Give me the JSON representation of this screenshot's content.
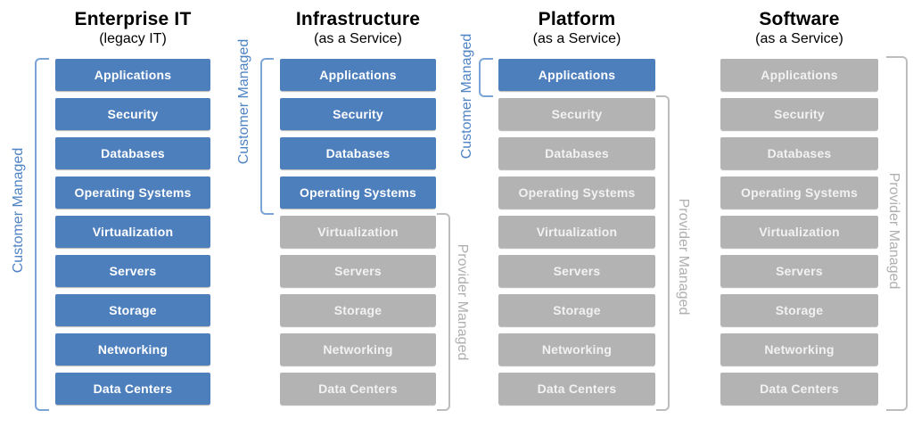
{
  "diagram": {
    "layers": [
      "Applications",
      "Security",
      "Databases",
      "Operating Systems",
      "Virtualization",
      "Servers",
      "Storage",
      "Networking",
      "Data Centers"
    ],
    "columns": [
      {
        "title": "Enterprise IT",
        "subtitle": "(legacy IT)",
        "customer_managed_layers": 9,
        "customer_label": "Customer Managed"
      },
      {
        "title": "Infrastructure",
        "subtitle": "(as a Service)",
        "customer_managed_layers": 4,
        "customer_label": "Customer Managed",
        "provider_label": "Provider Managed"
      },
      {
        "title": "Platform",
        "subtitle": "(as a Service)",
        "customer_managed_layers": 1,
        "customer_label": "Customer Managed",
        "provider_label": "Provider Managed"
      },
      {
        "title": "Software",
        "subtitle": "(as a Service)",
        "customer_managed_layers": 0,
        "provider_label": "Provider Managed"
      }
    ],
    "colors": {
      "customer_box": "#4e7fbd",
      "provider_box": "#b3b3b3",
      "customer_box_text": "#ffffff",
      "provider_box_text": "#f2f2f2",
      "customer_accent": "#4f84c4",
      "customer_bracket": "#7aa3d6",
      "provider_accent": "#b0b0b0",
      "provider_bracket": "#bdbdbd",
      "heading_text": "#000000"
    }
  }
}
